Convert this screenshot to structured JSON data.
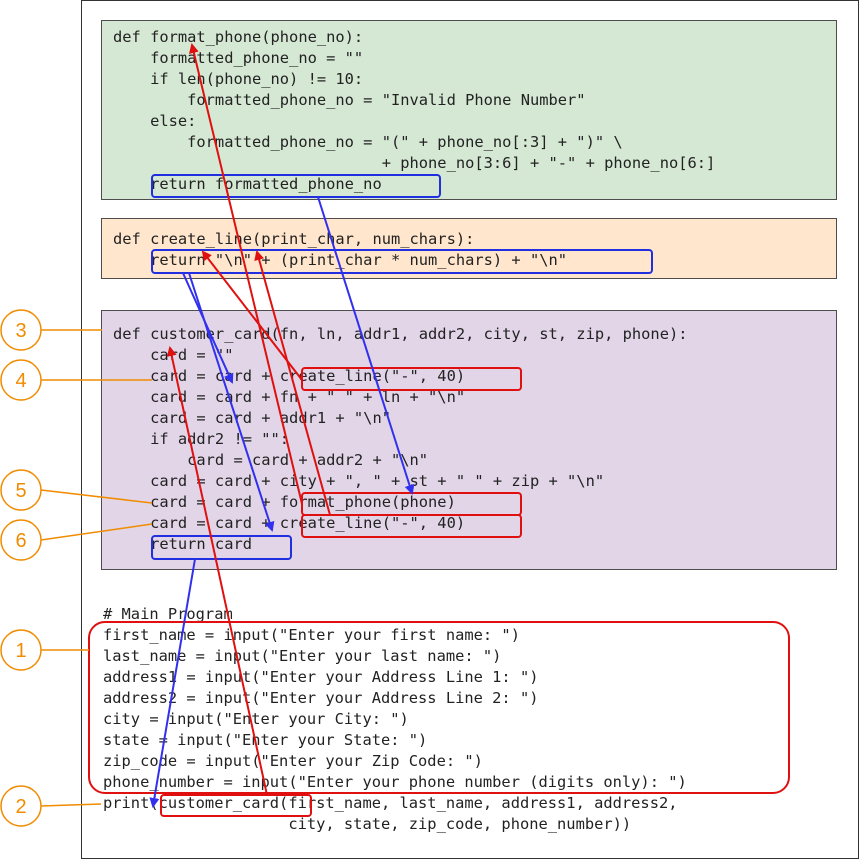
{
  "colors": {
    "format_block_bg": "#d5e8d4",
    "create_block_bg": "#ffe6cc",
    "customer_block_bg": "#e1d5e7",
    "callout": "#f08c00",
    "call_box": "#e01010",
    "return_box": "#2030e0",
    "call_arrow": "#e01010",
    "return_arrow": "#3030ee"
  },
  "code": {
    "format_phone": "def format_phone(phone_no):\n    formatted_phone_no = \"\"\n    if len(phone_no) != 10:\n        formatted_phone_no = \"Invalid Phone Number\"\n    else:\n        formatted_phone_no = \"(\" + phone_no[:3] + \")\" \\\n                             + phone_no[3:6] + \"-\" + phone_no[6:]\n    return formatted_phone_no",
    "create_line": "def create_line(print_char, num_chars):\n    return \"\\n\" + (print_char * num_chars) + \"\\n\"",
    "customer_card": "def customer_card(fn, ln, addr1, addr2, city, st, zip, phone):\n    card = \"\"\n    card = card + create_line(\"-\", 40)\n    card = card + fn + \" \" + ln + \"\\n\"\n    card = card + addr1 + \"\\n\"\n    if addr2 != \"\":\n        card = card + addr2 + \"\\n\"\n    card = card + city + \", \" + st + \" \" + zip + \"\\n\"\n    card = card + format_phone(phone)\n    card = card + create_line(\"-\", 40)\n    return card",
    "main": "# Main Program\nfirst_name = input(\"Enter your first name: \")\nlast_name = input(\"Enter your last name: \")\naddress1 = input(\"Enter your Address Line 1: \")\naddress2 = input(\"Enter your Address Line 2: \")\ncity = input(\"Enter your City: \")\nstate = input(\"Enter your State: \")\nzip_code = input(\"Enter your Zip Code: \")\nphone_number = input(\"Enter your phone number (digits only): \")\nprint(customer_card(first_name, last_name, address1, address2,\n                    city, state, zip_code, phone_number))"
  },
  "callouts": [
    {
      "id": "callout-1",
      "label": "1"
    },
    {
      "id": "callout-2",
      "label": "2"
    },
    {
      "id": "callout-3",
      "label": "3"
    },
    {
      "id": "callout-4",
      "label": "4"
    },
    {
      "id": "callout-5",
      "label": "5"
    },
    {
      "id": "callout-6",
      "label": "6"
    }
  ]
}
